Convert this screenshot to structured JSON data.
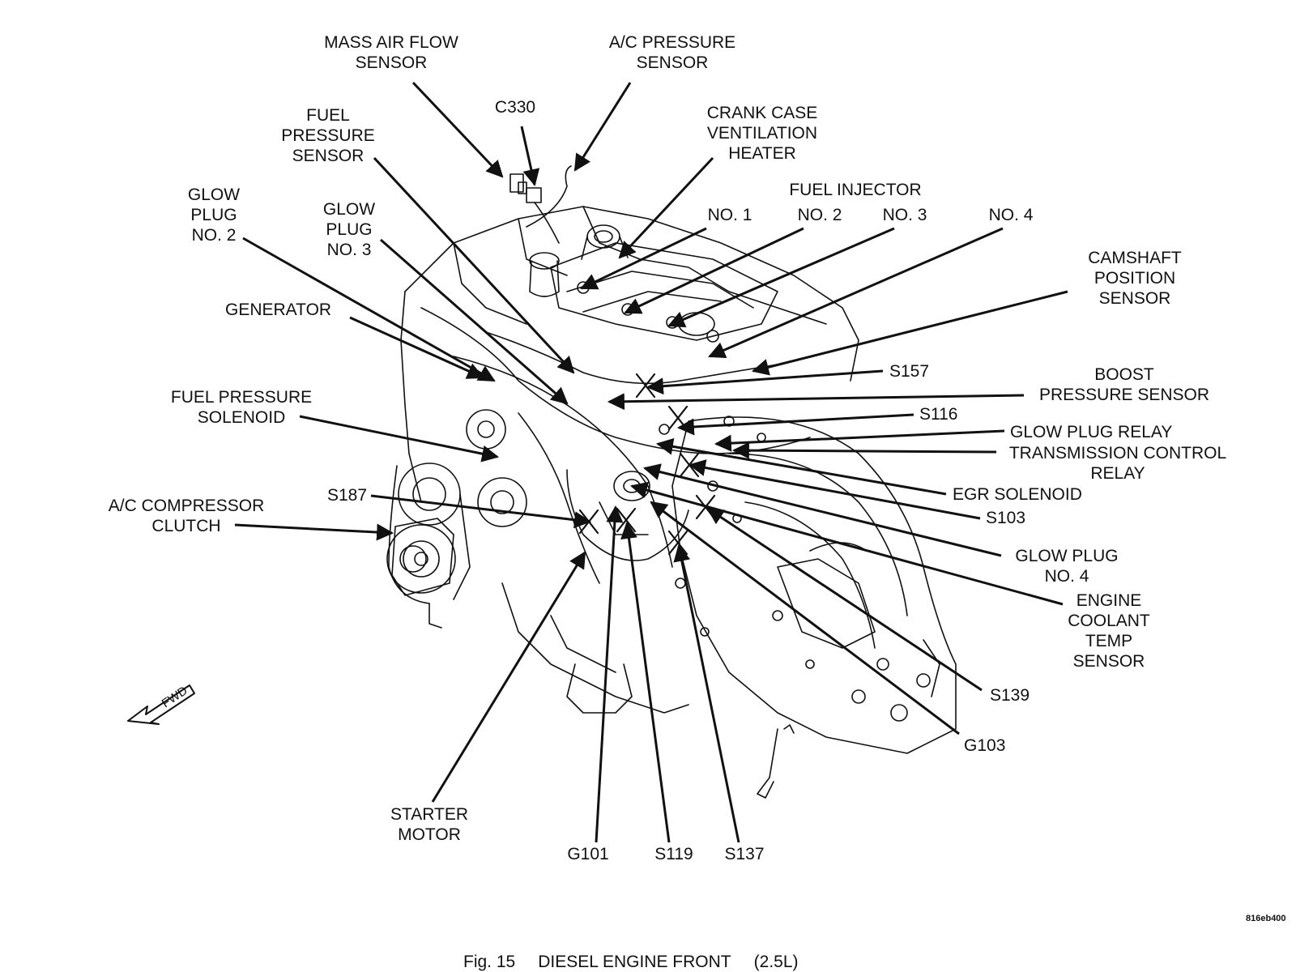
{
  "labels": {
    "maf": [
      "MASS AIR FLOW",
      "SENSOR"
    ],
    "ac_pressure": [
      "A/C PRESSURE",
      "SENSOR"
    ],
    "c330": [
      "C330"
    ],
    "fuel_pressure_sensor": [
      "FUEL",
      "PRESSURE",
      "SENSOR"
    ],
    "crankcase": [
      "CRANK CASE",
      "VENTILATION",
      "HEATER"
    ],
    "glow_plug_2": [
      "GLOW",
      "PLUG",
      "NO. 2"
    ],
    "glow_plug_3": [
      "GLOW",
      "PLUG",
      "NO. 3"
    ],
    "fuel_injector": [
      "FUEL INJECTOR"
    ],
    "inj_no1": [
      "NO. 1"
    ],
    "inj_no2": [
      "NO. 2"
    ],
    "inj_no3": [
      "NO. 3"
    ],
    "inj_no4": [
      "NO. 4"
    ],
    "camshaft": [
      "CAMSHAFT",
      "POSITION",
      "SENSOR"
    ],
    "generator": [
      "GENERATOR"
    ],
    "s157": [
      "S157"
    ],
    "boost": [
      "BOOST",
      "PRESSURE SENSOR"
    ],
    "fuel_pressure_solenoid": [
      "FUEL PRESSURE",
      "SOLENOID"
    ],
    "s116": [
      "S116"
    ],
    "glow_plug_relay": [
      "GLOW PLUG RELAY"
    ],
    "tcr": [
      "TRANSMISSION CONTROL",
      "RELAY"
    ],
    "egr": [
      "EGR SOLENOID"
    ],
    "s187": [
      "S187"
    ],
    "s103": [
      "S103"
    ],
    "ac_compressor": [
      "A/C COMPRESSOR",
      "CLUTCH"
    ],
    "glow_plug_4": [
      "GLOW PLUG",
      "NO. 4"
    ],
    "ect": [
      "ENGINE",
      "COOLANT",
      "TEMP",
      "SENSOR"
    ],
    "s139": [
      "S139"
    ],
    "g103": [
      "G103"
    ],
    "starter": [
      "STARTER",
      "MOTOR"
    ],
    "g101": [
      "G101"
    ],
    "s119": [
      "S119"
    ],
    "s137": [
      "S137"
    ]
  },
  "fwd_label": "FWD",
  "figure_id": "816eb400",
  "caption": {
    "fig": "Fig. 15",
    "title": "DIESEL ENGINE FRONT",
    "size": "(2.5L)"
  }
}
